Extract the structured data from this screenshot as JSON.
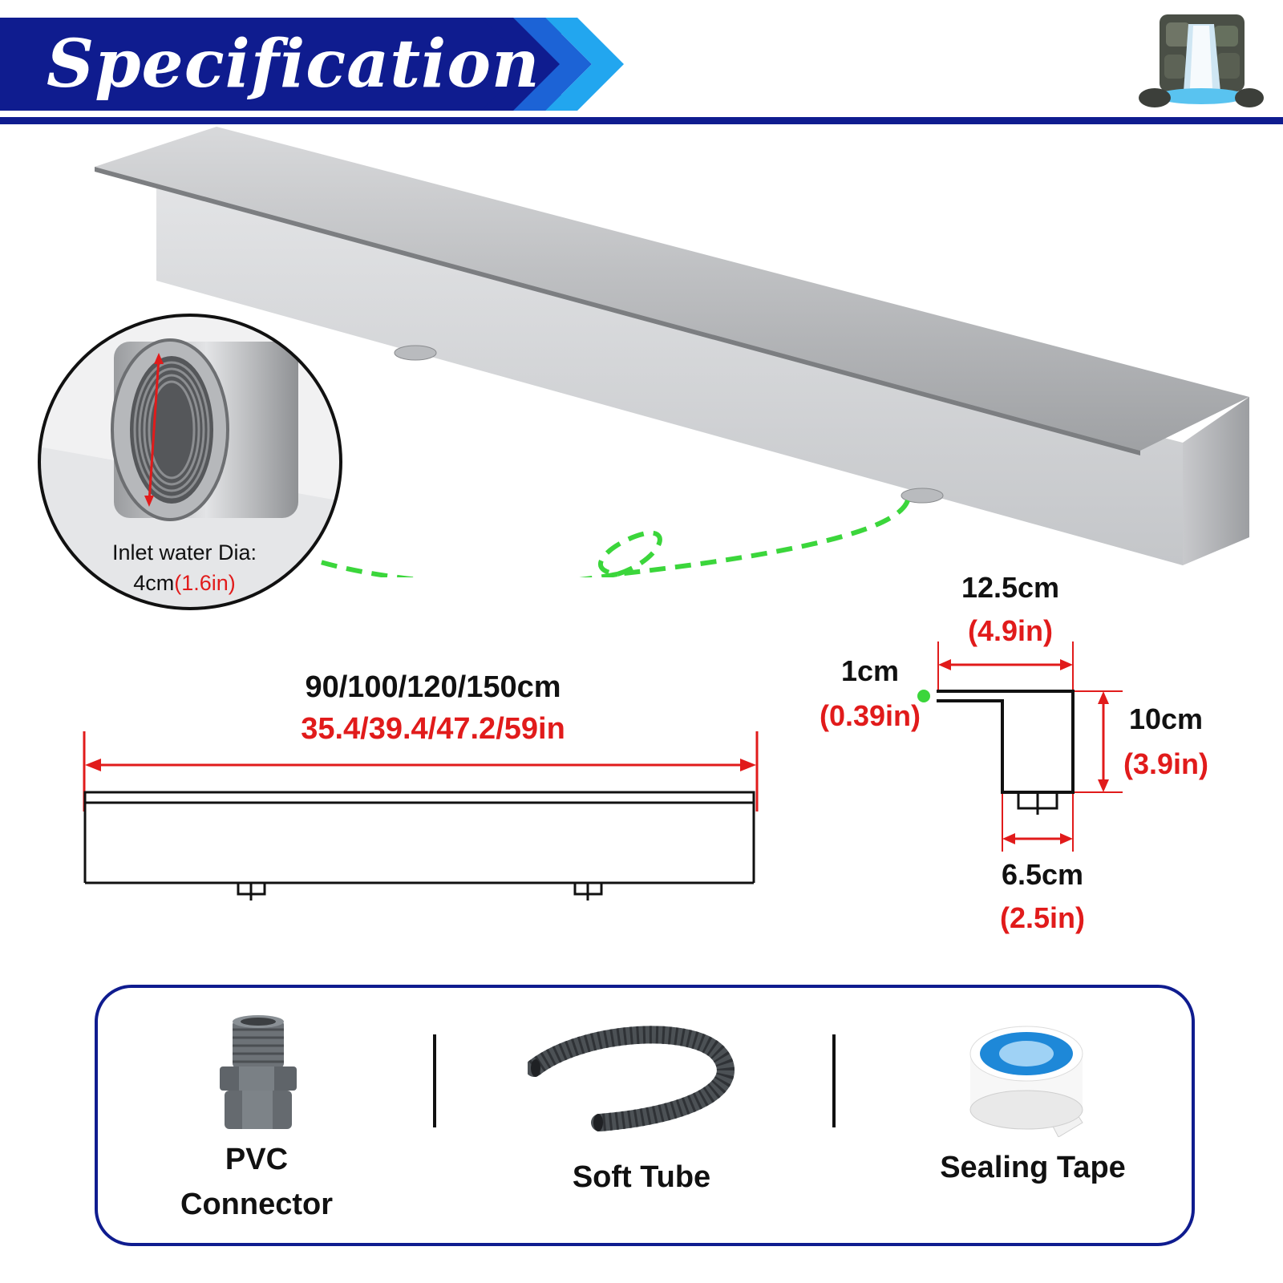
{
  "header": {
    "title": "Specification",
    "banner_color": "#0f1c8f",
    "chevron_colors": [
      "#0f1c8f",
      "#1c63d6",
      "#22a6ef"
    ],
    "thumbnail_icon": "waterfall-rock-icon"
  },
  "inlet": {
    "line1": "Inlet water Dia:",
    "value_cm": "4cm",
    "value_in": "(1.6in)",
    "connector_color": "#3bd63b"
  },
  "length": {
    "cm": "90/100/120/150cm",
    "in": "35.4/39.4/47.2/59in"
  },
  "profile": {
    "width_cm": "12.5cm",
    "width_in": "(4.9in)",
    "lip_cm": "1cm",
    "lip_in": "(0.39in)",
    "height_cm": "10cm",
    "height_in": "(3.9in)",
    "bottom_cm": "6.5cm",
    "bottom_in": "(2.5in)"
  },
  "accessories": [
    {
      "label_line1": "PVC",
      "label_line2": "Connector",
      "icon": "pvc-connector-icon"
    },
    {
      "label_line1": "Soft Tube",
      "label_line2": "",
      "icon": "soft-tube-icon"
    },
    {
      "label_line1": "Sealing Tape",
      "label_line2": "",
      "icon": "sealing-tape-icon"
    }
  ],
  "colors": {
    "dimension_red": "#e11b1b",
    "outline_black": "#111111",
    "accent_blue": "#0f1c8f"
  }
}
